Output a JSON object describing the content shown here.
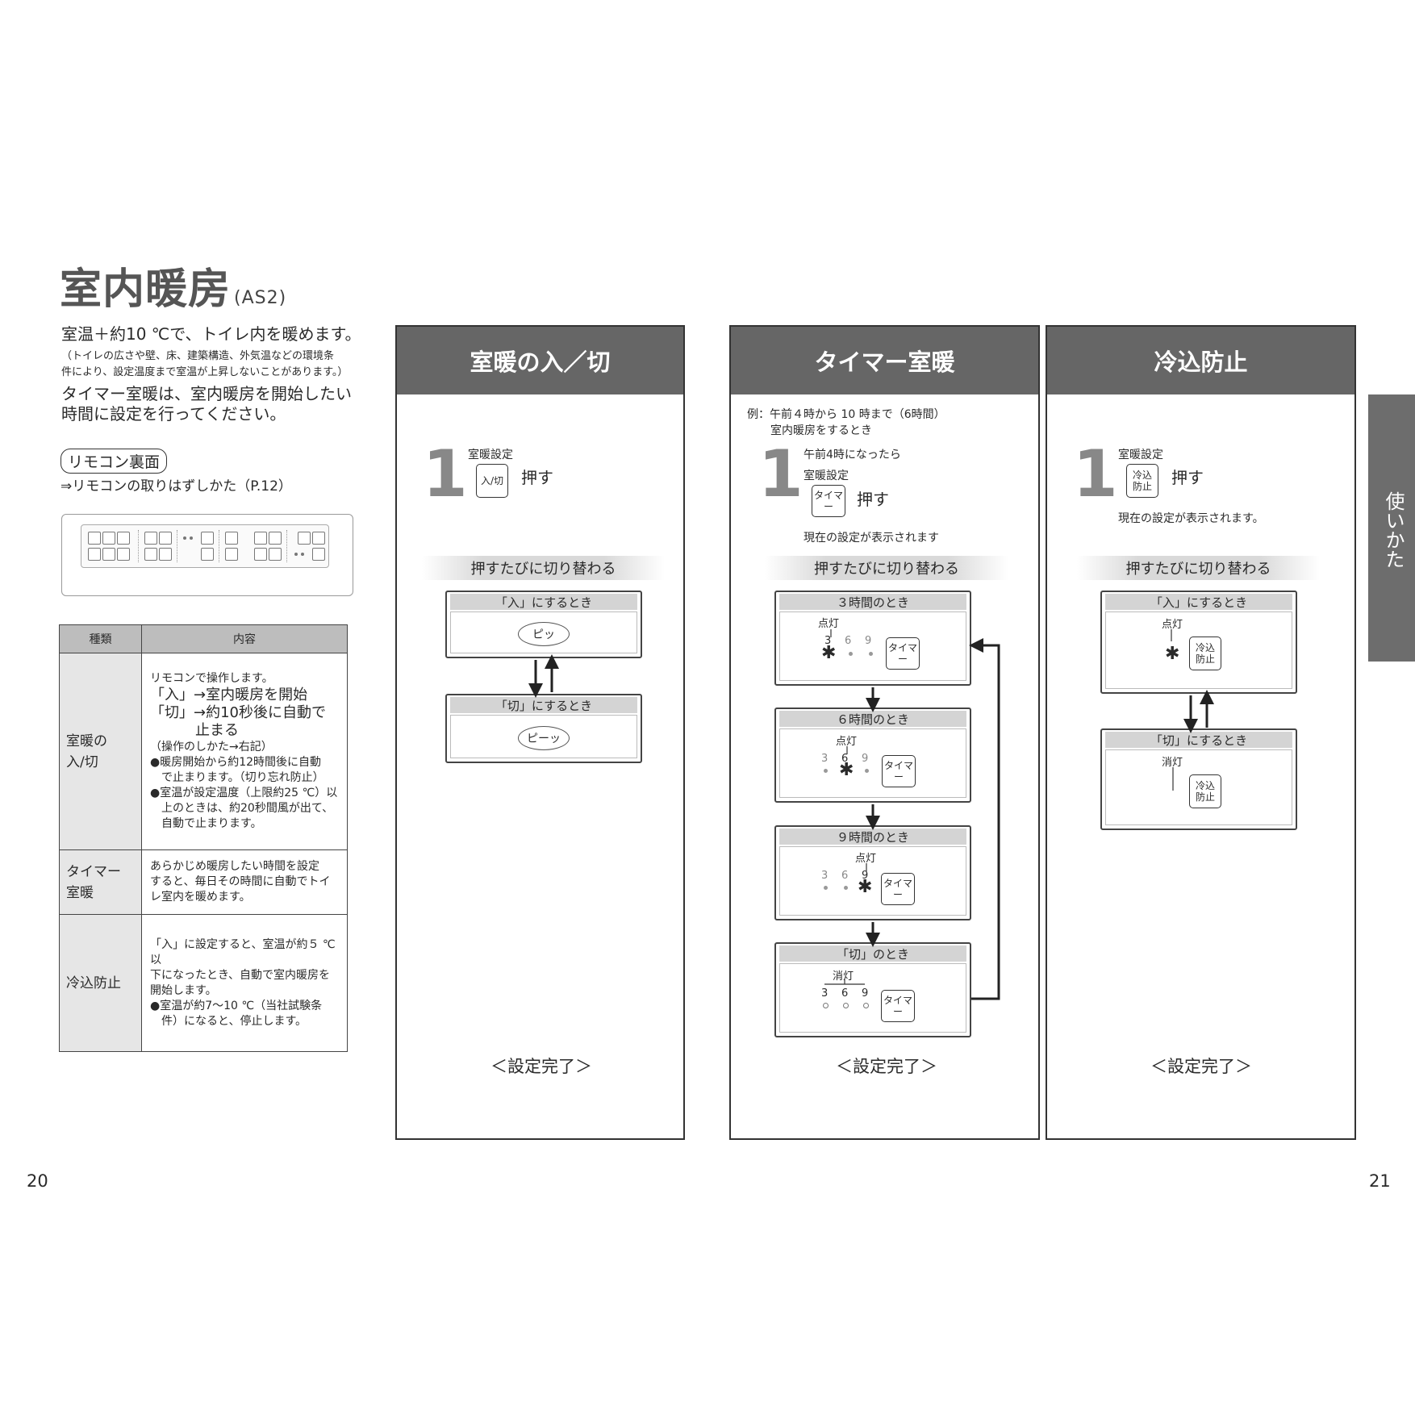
{
  "title": {
    "main": "室内暖房",
    "sub": "(AS2)"
  },
  "intro": {
    "line1": "室温＋約10 ℃で、トイレ内を暖めます。",
    "note1": "（トイレの広さや壁、床、建築構造、外気温などの環境条",
    "note2": "件により、設定温度まで室温が上昇しないことがあります。）",
    "line2": "タイマー室暖は、室内暖房を開始したい",
    "line3": "時間に設定を行ってください。"
  },
  "remote": {
    "tag": "リモコン裏面",
    "link": "⇒リモコンの取りはずしかた（P.12）"
  },
  "table": {
    "headers": [
      "種類",
      "内容"
    ],
    "rows": [
      {
        "key_l1": "室暖の",
        "key_l2": "入/切",
        "v1": "リモコンで操作します。",
        "v2": "「入」→室内暖房を開始",
        "v3": "「切」→約10秒後に自動で",
        "v4": "止まる",
        "v5": "（操作のしかた→右記）",
        "v6": "●暖房開始から約12時間後に自動",
        "v7": "で止まります。（切り忘れ防止）",
        "v8": "●室温が設定温度（上限約25 ℃）以",
        "v9": "上のときは、約20秒間風が出て、",
        "v10": "自動で止まります。"
      },
      {
        "key_l1": "タイマー",
        "key_l2": "室暖",
        "v1": "あらかじめ暖房したい時間を設定",
        "v2": "すると、毎日その時間に自動でトイ",
        "v3": "レ室内を暖めます。"
      },
      {
        "key_l1": "冷込防止",
        "key_l2": "",
        "v1": "「入」に設定すると、室温が約５ ℃以",
        "v2": "下になったとき、自動で室内暖房を",
        "v3": "開始します。",
        "v4": "●室温が約7～10 ℃（当社試験条",
        "v5": "件）になると、停止します。"
      }
    ]
  },
  "panel1": {
    "heading": "室暖の入／切",
    "step": "1",
    "label": "室暖設定",
    "button": "入/切",
    "push": "押す",
    "switch": "押すたびに切り替わる",
    "on_title": "「入」にするとき",
    "on_sound": "ピッ",
    "off_title": "「切」にするとき",
    "off_sound": "ピーッ",
    "done": "＜設定完了＞"
  },
  "panel2": {
    "heading": "タイマー室暖",
    "example1": "例：午前４時から 10 時まで（6時間）",
    "example2": "室内暖房をするとき",
    "step": "1",
    "when": "午前4時になったら",
    "label": "室暖設定",
    "button": "タイマー",
    "push": "押す",
    "shown": "現在の設定が表示されます",
    "switch": "押すたびに切り替わる",
    "states": [
      {
        "title": "３時間のとき",
        "lamp": "点灯"
      },
      {
        "title": "６時間のとき",
        "lamp": "点灯"
      },
      {
        "title": "９時間のとき",
        "lamp": "点灯"
      },
      {
        "title": "「切」のとき",
        "lamp": "消灯"
      }
    ],
    "hours": [
      "3",
      "6",
      "9"
    ],
    "done": "＜設定完了＞"
  },
  "panel3": {
    "heading": "冷込防止",
    "step": "1",
    "label": "室暖設定",
    "button_l1": "冷込",
    "button_l2": "防止",
    "push": "押す",
    "shown": "現在の設定が表示されます。",
    "switch": "押すたびに切り替わる",
    "on_title": "「入」にするとき",
    "on_lamp": "点灯",
    "off_title": "「切」にするとき",
    "off_lamp": "消灯",
    "done": "＜設定完了＞"
  },
  "page_left": "20",
  "page_right": "21",
  "side_tab": "使いかた"
}
